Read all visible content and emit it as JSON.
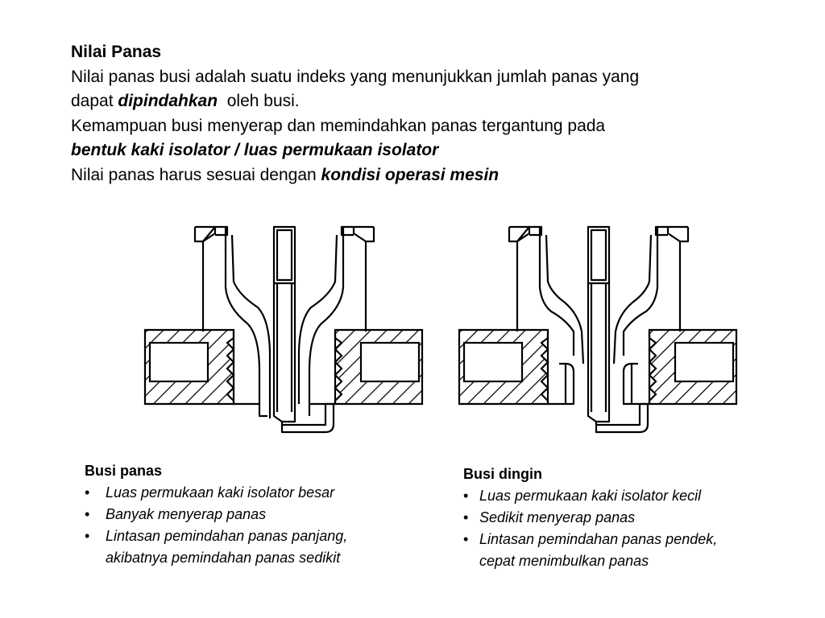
{
  "heading": "Nilai Panas",
  "intro": {
    "line1": "Nilai panas busi adalah suatu indeks yang menunjukkan jumlah panas yang",
    "line2_prefix": "dapat ",
    "line2_emph": "dipindahkan",
    "line2_suffix": "  oleh busi.",
    "line3": "Kemampuan busi menyerap dan memindahkan panas tergantung pada",
    "line4_emph": "bentuk kaki isolator / luas permukaan isolator",
    "line5_prefix": "Nilai panas harus sesuai dengan ",
    "line5_emph": "kondisi operasi mesin"
  },
  "left_caption": {
    "title": "Busi panas",
    "bullet": "•",
    "items": [
      "Luas permukaan kaki isolator besar",
      "Banyak menyerap panas",
      "Lintasan pemindahan panas panjang,",
      "akibatnya pemindahan panas sedikit"
    ]
  },
  "right_caption": {
    "title": "Busi dingin",
    "bullet": "•",
    "items": [
      "Luas permukaan kaki isolator kecil",
      "Sedikit menyerap panas",
      "Lintasan pemindahan panas pendek,",
      "cepat menimbulkan panas"
    ]
  },
  "colors": {
    "ink": "#000000",
    "background": "#ffffff"
  },
  "figures": [
    {
      "name": "hot-spark-plug-cross-section",
      "insulator_nose": "long"
    },
    {
      "name": "cold-spark-plug-cross-section",
      "insulator_nose": "short"
    }
  ]
}
